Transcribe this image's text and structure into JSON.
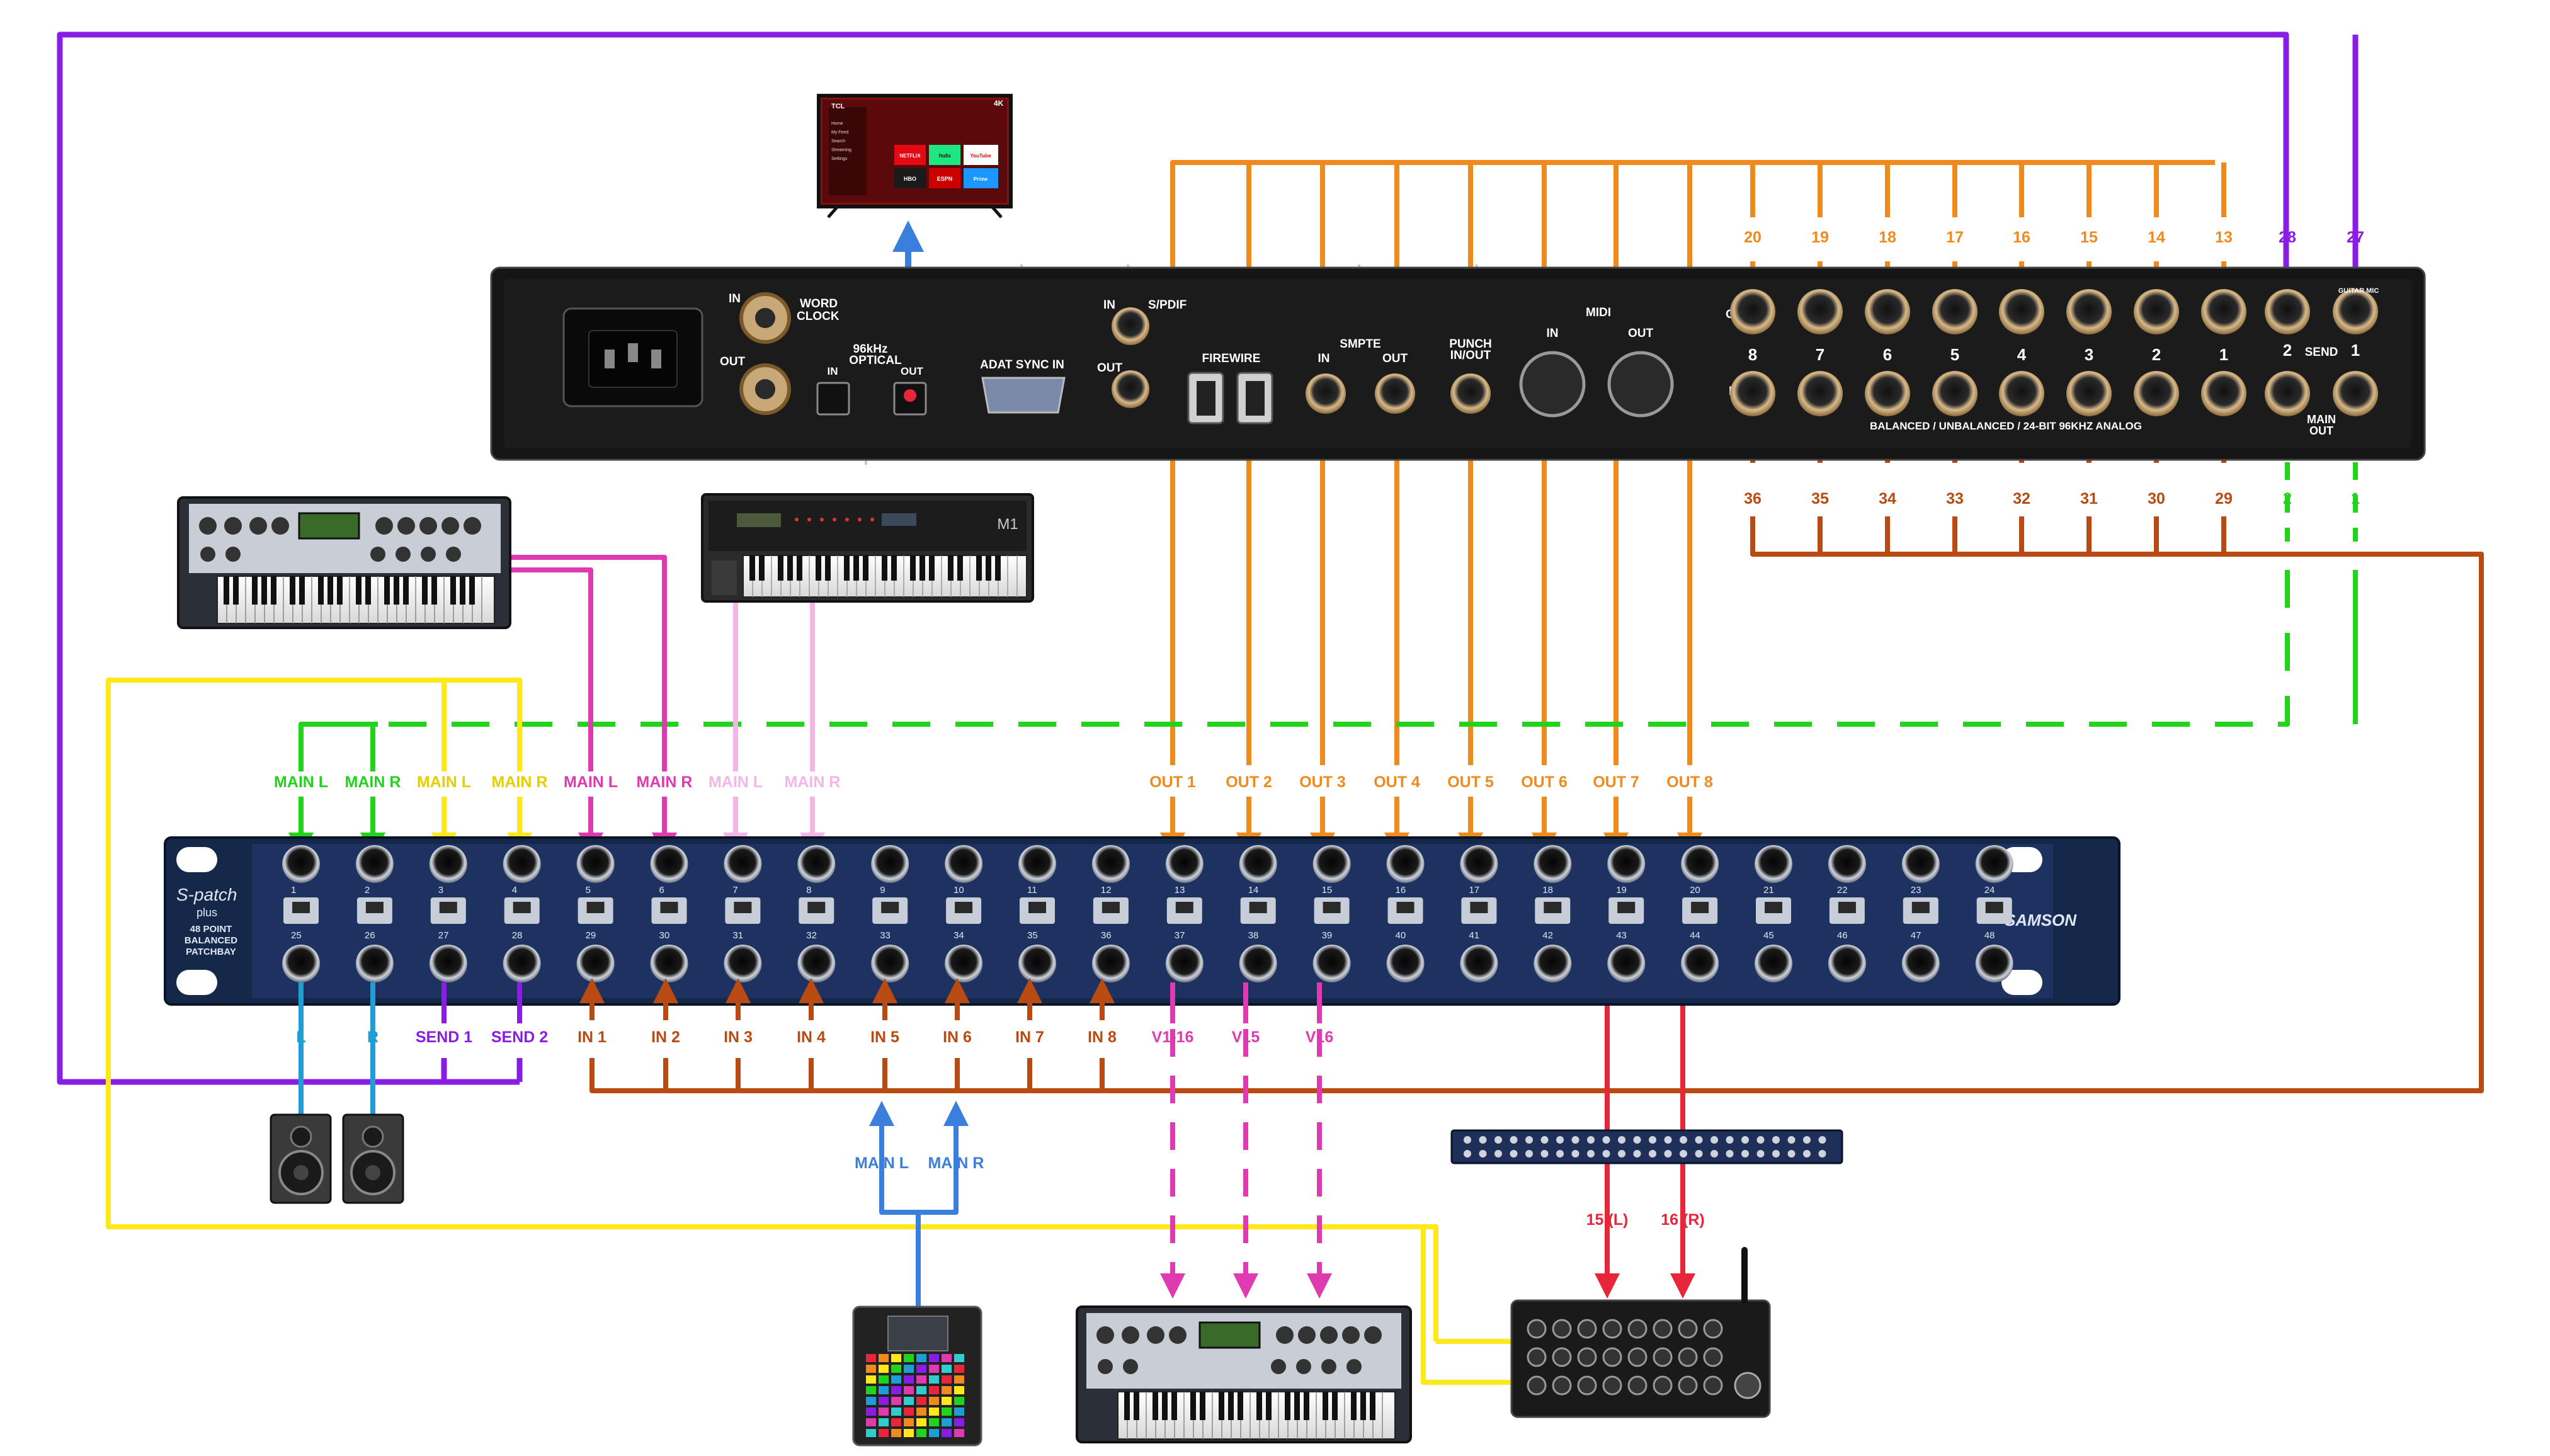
{
  "colors": {
    "purple": "#8a1de3",
    "orange": "#f08a1c",
    "brown": "#b84a12",
    "green": "#22d31c",
    "yellow": "#ffe81a",
    "magenta": "#e03ab0",
    "pink": "#f4b6e6",
    "blue": "#3a7fdb",
    "lightblue": "#1f9ed6",
    "red": "#e8263a",
    "rack": "#1a1a1a",
    "patchbay": "#16284a"
  },
  "interface": {
    "wordclock_in": "IN",
    "wordclock_out": "OUT",
    "wordclock_title_1": "WORD",
    "wordclock_title_2": "CLOCK",
    "optical_title_1": "96kHz",
    "optical_title_2": "OPTICAL",
    "optical_in": "IN",
    "optical_out": "OUT",
    "adat_label": "ADAT SYNC IN",
    "spdif_in": "IN",
    "spdif_label": "S/PDIF",
    "spdif_out": "OUT",
    "firewire_label": "FIREWIRE",
    "smpte_label": "SMPTE",
    "smpte_in": "IN",
    "smpte_out": "OUT",
    "punch_1": "PUNCH",
    "punch_2": "IN/OUT",
    "midi_label": "MIDI",
    "midi_in": "IN",
    "midi_out": "OUT",
    "row_out": "OUT",
    "row_in": "IN",
    "channel_nums": [
      "8",
      "7",
      "6",
      "5",
      "4",
      "3",
      "2",
      "1"
    ],
    "send_2": "2",
    "send_label": "SEND",
    "send_1": "1",
    "guitar_mic": "GUITAR MIC",
    "main_out_1": "MAIN",
    "main_out_2": "OUT",
    "balanced_label": "BALANCED / UNBALANCED / 24-BIT 96KHZ ANALOG"
  },
  "top_numbers": [
    "20",
    "19",
    "18",
    "17",
    "16",
    "15",
    "14",
    "13"
  ],
  "bottom_numbers": [
    "36",
    "35",
    "34",
    "33",
    "32",
    "31",
    "30",
    "29"
  ],
  "send_numbers": [
    "28",
    "27"
  ],
  "main_out_numbers": [
    "2",
    "1"
  ],
  "tv": {
    "brand": "TCL",
    "badge": "4K",
    "menu": [
      "Home",
      "My Feed",
      "Search",
      "Streaming",
      "Settings"
    ],
    "tiles": [
      "NETFLIX",
      "hulu",
      "YouTube",
      "HBO",
      "ESPN",
      "Prime"
    ]
  },
  "synth_m1": {
    "model": "M1"
  },
  "upper_labels": [
    {
      "text": "MAIN L",
      "color": "green"
    },
    {
      "text": "MAIN R",
      "color": "green"
    },
    {
      "text": "MAIN L",
      "color": "yellow"
    },
    {
      "text": "MAIN R",
      "color": "yellow"
    },
    {
      "text": "MAIN L",
      "color": "magenta"
    },
    {
      "text": "MAIN R",
      "color": "magenta"
    },
    {
      "text": "MAIN L",
      "color": "pink"
    },
    {
      "text": "MAIN R",
      "color": "pink"
    },
    {
      "text": "OUT 1",
      "color": "orange"
    },
    {
      "text": "OUT 2",
      "color": "orange"
    },
    {
      "text": "OUT 3",
      "color": "orange"
    },
    {
      "text": "OUT 4",
      "color": "orange"
    },
    {
      "text": "OUT 5",
      "color": "orange"
    },
    {
      "text": "OUT 6",
      "color": "orange"
    },
    {
      "text": "OUT 7",
      "color": "orange"
    },
    {
      "text": "OUT 8",
      "color": "orange"
    }
  ],
  "patchbay": {
    "brand": "SAMSON",
    "logo": "S-patch",
    "logo_sub": "plus",
    "desc": [
      "48 POINT",
      "BALANCED",
      "PATCHBAY"
    ],
    "top_nums": [
      "1",
      "2",
      "3",
      "4",
      "5",
      "6",
      "7",
      "8",
      "9",
      "10",
      "11",
      "12",
      "13",
      "14",
      "15",
      "16",
      "17",
      "18",
      "19",
      "20",
      "21",
      "22",
      "23",
      "24"
    ],
    "bottom_nums": [
      "25",
      "26",
      "27",
      "28",
      "29",
      "30",
      "31",
      "32",
      "33",
      "34",
      "35",
      "36",
      "37",
      "38",
      "39",
      "40",
      "41",
      "42",
      "43",
      "44",
      "45",
      "46",
      "47",
      "48"
    ]
  },
  "lower_labels": [
    {
      "text": "L",
      "color": "lightblue"
    },
    {
      "text": "R",
      "color": "lightblue"
    },
    {
      "text": "SEND 1",
      "color": "purple"
    },
    {
      "text": "SEND 2",
      "color": "purple"
    },
    {
      "text": "IN 1",
      "color": "brown"
    },
    {
      "text": "IN 2",
      "color": "brown"
    },
    {
      "text": "IN 3",
      "color": "brown"
    },
    {
      "text": "IN 4",
      "color": "brown"
    },
    {
      "text": "IN 5",
      "color": "brown"
    },
    {
      "text": "IN 6",
      "color": "brown"
    },
    {
      "text": "IN 7",
      "color": "brown"
    },
    {
      "text": "IN 8",
      "color": "brown"
    },
    {
      "text": "V1-16",
      "color": "magenta"
    },
    {
      "text": "V15",
      "color": "magenta"
    },
    {
      "text": "V16",
      "color": "magenta"
    }
  ],
  "push_labels": [
    {
      "text": "MAIN L",
      "color": "blue"
    },
    {
      "text": "MAIN R",
      "color": "blue"
    }
  ],
  "mixer_labels": [
    {
      "text": "15 (L)",
      "color": "red"
    },
    {
      "text": "16 (R)",
      "color": "red"
    }
  ]
}
